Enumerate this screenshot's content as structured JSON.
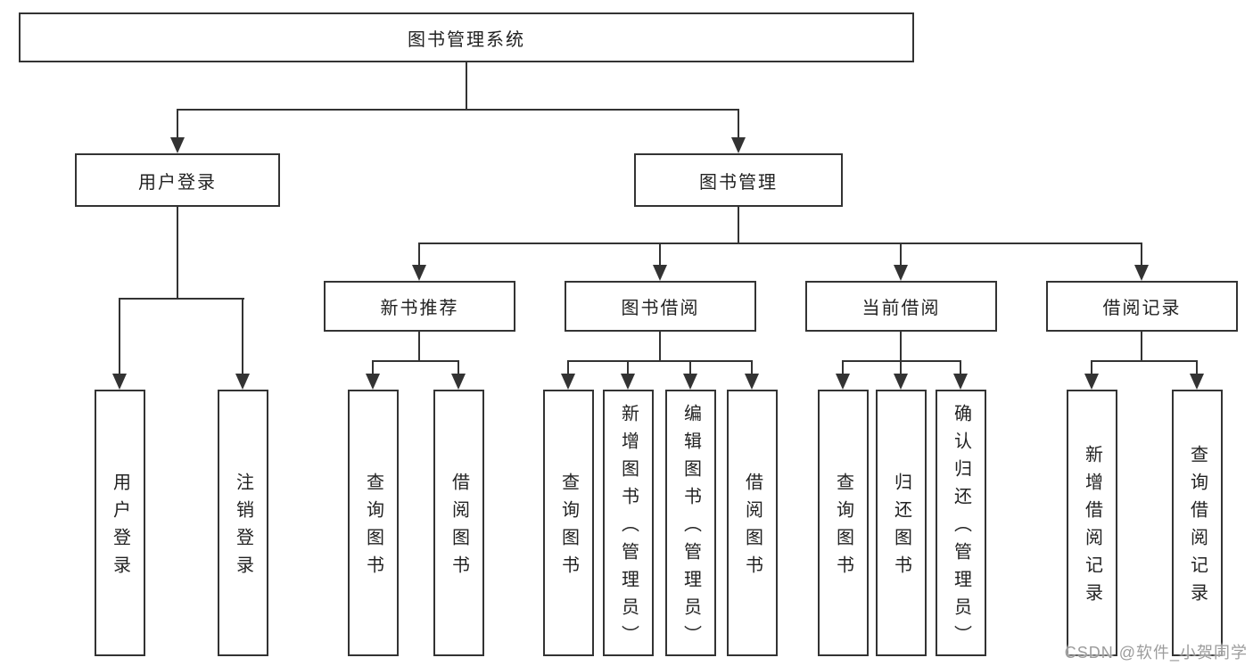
{
  "diagram": {
    "root": {
      "label": "图书管理系统"
    },
    "branches": [
      {
        "label": "用户登录",
        "children": [
          {
            "label": "用户登录"
          },
          {
            "label": "注销登录"
          }
        ]
      },
      {
        "label": "图书管理",
        "children": [
          {
            "label": "新书推荐",
            "children": [
              {
                "label": "查询图书"
              },
              {
                "label": "借阅图书"
              }
            ]
          },
          {
            "label": "图书借阅",
            "children": [
              {
                "label": "查询图书"
              },
              {
                "label": "新增图书（管理员）"
              },
              {
                "label": "编辑图书（管理员）"
              },
              {
                "label": "借阅图书"
              }
            ]
          },
          {
            "label": "当前借阅",
            "children": [
              {
                "label": "查询图书"
              },
              {
                "label": "归还图书"
              },
              {
                "label": "确认归还（管理员）"
              }
            ]
          },
          {
            "label": "借阅记录",
            "children": [
              {
                "label": "新增借阅记录"
              },
              {
                "label": "查询借阅记录"
              }
            ]
          }
        ]
      }
    ]
  },
  "watermark": {
    "text": "CSDN @软件_小贺同学"
  },
  "colors": {
    "line": "#333333",
    "text": "#222222",
    "box_background": "#ffffff",
    "page_background": "#ffffff",
    "watermark": "#9c9c9c"
  }
}
